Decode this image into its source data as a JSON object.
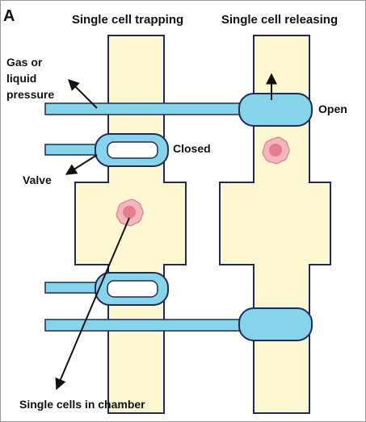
{
  "panel_label": "A",
  "titles": {
    "trapping": "Single cell trapping",
    "releasing": "Single cell releasing"
  },
  "labels": {
    "gas_line1": "Gas or",
    "gas_line2": "liquid",
    "gas_line3": "pressure",
    "open": "Open",
    "closed": "Closed",
    "valve": "Valve",
    "single_cells": "Single cells in chamber"
  },
  "colors": {
    "channel_fill": "#fdf7d2",
    "channel_stroke": "#1f2b5a",
    "valve_fill": "#86d4ea",
    "valve_stroke": "#1f2b5a",
    "valve_window": "#ffffff",
    "cell_fill": "#f2b6bf",
    "cell_core": "#e27e8d",
    "frame": "#999999"
  }
}
